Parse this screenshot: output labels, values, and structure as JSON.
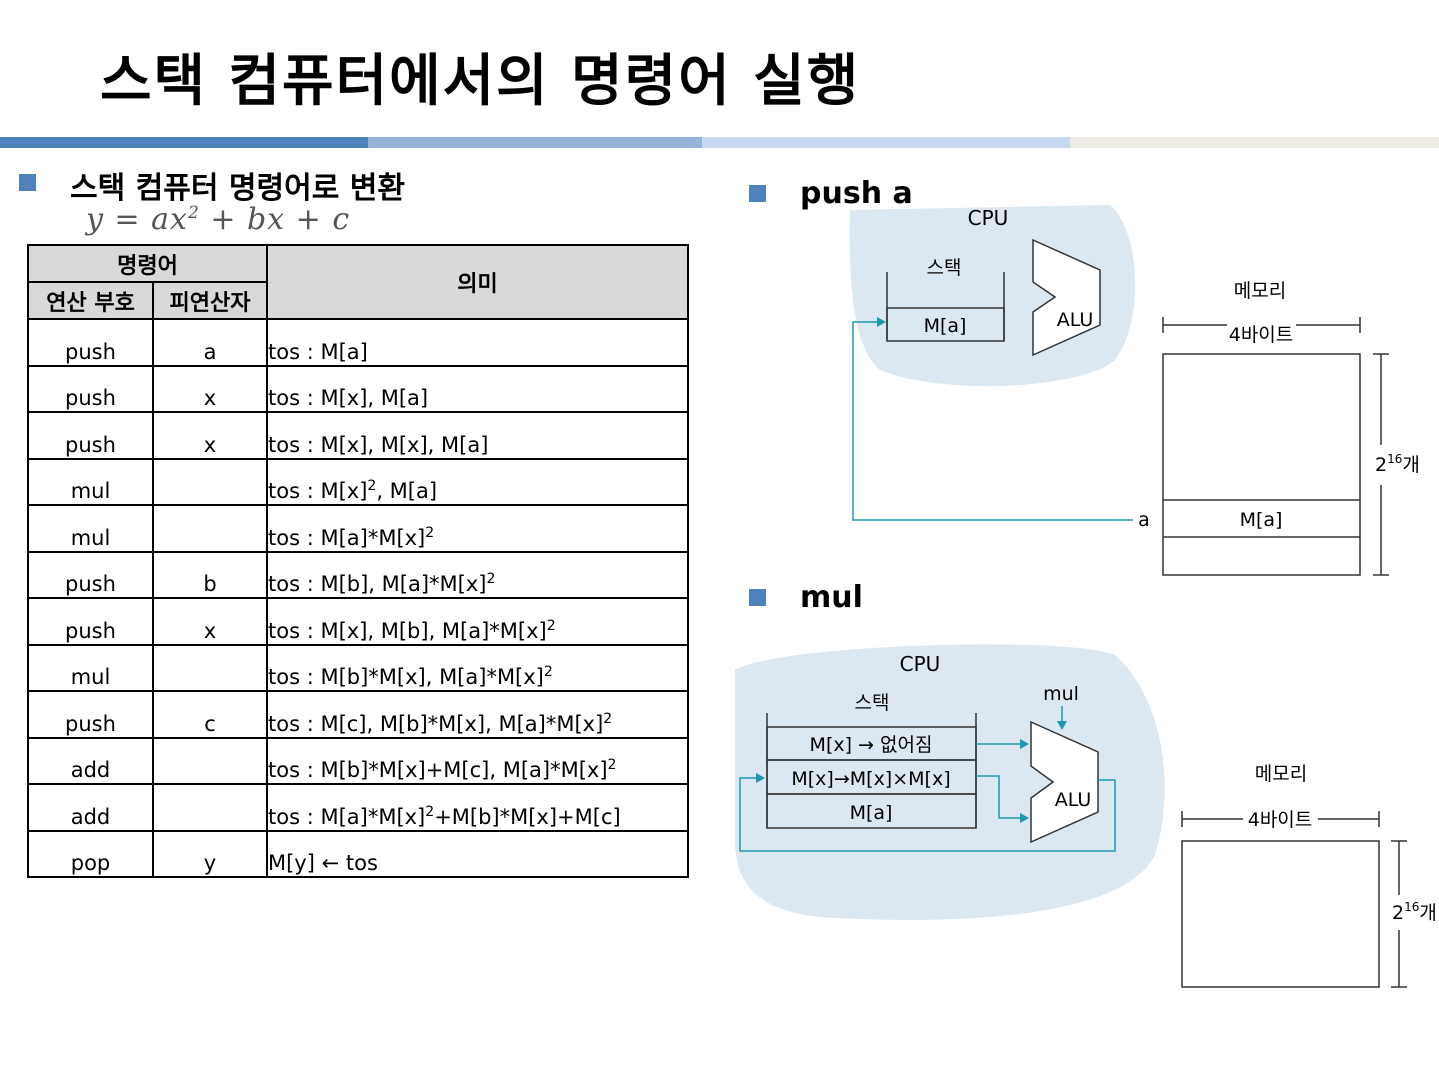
{
  "title": "스택 컴퓨터에서의 명령어 실행",
  "section": {
    "heading": "스택 컴퓨터 명령어로 변환",
    "formula": {
      "lhs": "y = ax",
      "exp": "2",
      "rhs": " + bx + c"
    }
  },
  "table": {
    "header": {
      "instruction": "명령어",
      "opcode": "연산 부호",
      "operand": "피연산자",
      "meaning": "의미"
    },
    "rows": [
      {
        "op": "push",
        "arg": "a",
        "meaning": "tos : M[a]"
      },
      {
        "op": "push",
        "arg": "x",
        "meaning": "tos : M[x], M[a]"
      },
      {
        "op": "push",
        "arg": "x",
        "meaning": "tos : M[x], M[x], M[a]"
      },
      {
        "op": "mul",
        "arg": "",
        "meaning": "tos : M[x]",
        "sup": "2",
        "after": ", M[a]"
      },
      {
        "op": "mul",
        "arg": "",
        "meaning": "tos : M[a]*M[x]",
        "sup": "2",
        "after": ""
      },
      {
        "op": "push",
        "arg": "b",
        "meaning": "tos : M[b], M[a]*M[x]",
        "sup": "2",
        "after": ""
      },
      {
        "op": "push",
        "arg": "x",
        "meaning": "tos : M[x], M[b], M[a]*M[x]",
        "sup": "2",
        "after": ""
      },
      {
        "op": "mul",
        "arg": "",
        "meaning": "tos : M[b]*M[x], M[a]*M[x]",
        "sup": "2",
        "after": ""
      },
      {
        "op": "push",
        "arg": "c",
        "meaning": "tos : M[c], M[b]*M[x], M[a]*M[x]",
        "sup": "2",
        "after": ""
      },
      {
        "op": "add",
        "arg": "",
        "meaning": "tos : M[b]*M[x]+M[c], M[a]*M[x]",
        "sup": "2",
        "after": ""
      },
      {
        "op": "add",
        "arg": "",
        "meaning": "tos : M[a]*M[x]",
        "sup": "2",
        "after": "+M[b]*M[x]+M[c]"
      },
      {
        "op": "pop",
        "arg": "y",
        "meaning": "M[y] ← tos"
      }
    ]
  },
  "push_a": {
    "heading": "push a",
    "cpu": "CPU",
    "stack": "스택",
    "stack_cell": "M[a]",
    "alu": "ALU",
    "memory": "메모리",
    "width": "4바이트",
    "count_base": "2",
    "count_exp": "16",
    "count_unit": "개",
    "addr": "a",
    "mem_cell": "M[a]"
  },
  "mul": {
    "heading": "mul",
    "cpu": "CPU",
    "stack": "스택",
    "op": "mul",
    "cell1": "M[x] → 없어짐",
    "cell2": "M[x]→M[x]×M[x]",
    "cell3": "M[a]",
    "alu": "ALU",
    "memory": "메모리",
    "width": "4바이트",
    "count_base": "2",
    "count_exp": "16",
    "count_unit": "개"
  },
  "colors": {
    "accent": "#4f81bd",
    "bar_light": "#95b3d7",
    "bar_lighter": "#c6d9f1",
    "bar_beige": "#eeece1",
    "cpu_fill": "#dbe8f1",
    "arrow": "#1a98b0"
  }
}
